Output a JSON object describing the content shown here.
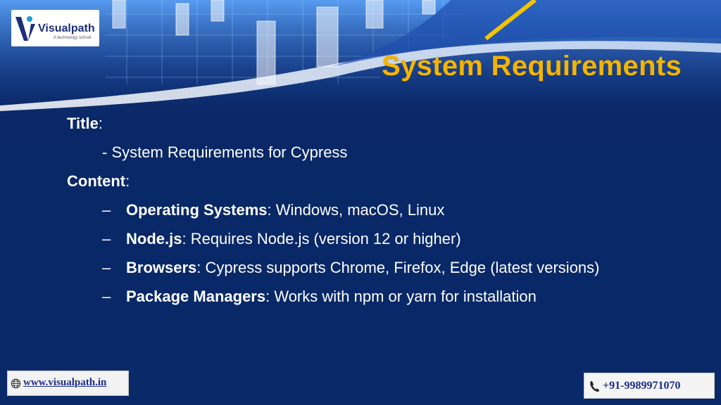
{
  "logo": {
    "name": "Visualpath",
    "tagline": "A technology school"
  },
  "slide": {
    "title": "System Requirements"
  },
  "content": {
    "title_label": "Title",
    "title_value": "- System Requirements for Cypress",
    "content_label": "Content",
    "bullets": [
      {
        "term": "Operating Systems",
        "text": ": Windows, macOS, Linux"
      },
      {
        "term": "Node.js",
        "text": ": Requires Node.js (version 12 or higher)"
      },
      {
        "term": "Browsers",
        "text": ": Cypress supports Chrome, Firefox, Edge (latest versions)"
      },
      {
        "term": "Package Managers",
        "text": ": Works with npm or yarn for installation"
      }
    ],
    "dash": "–",
    "colon": ":"
  },
  "footer": {
    "url": "www.visualpath.in",
    "phone": "+91-9989971070"
  },
  "colors": {
    "background": "#0c2a6b",
    "title": "#f4b400",
    "text": "#ffffff",
    "footer_text": "#1a2c8a"
  },
  "icons": {
    "logo": "visualpath-logo-mark",
    "url": "globe-icon",
    "phone": "phone-icon"
  }
}
